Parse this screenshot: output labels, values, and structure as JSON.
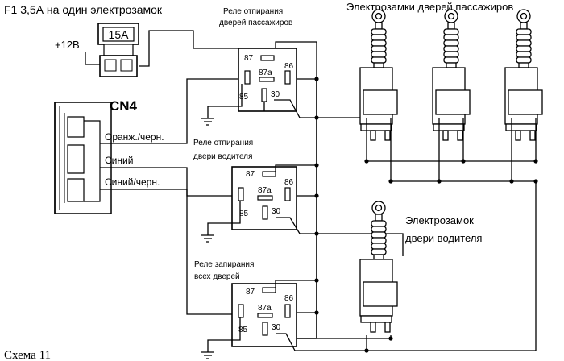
{
  "fuse": {
    "title": "F1 3,5А на один электрозамок",
    "rating": "15A",
    "supply": "+12В"
  },
  "connector": {
    "name": "CN4"
  },
  "wires": {
    "orange_black": "Оранж./черн.",
    "blue": "Синий",
    "blue_black": "Синий/черн."
  },
  "relays": [
    {
      "caption_line1": "Реле отпирания",
      "caption_line2": "дверей пассажиров"
    },
    {
      "caption_line1": "Реле отпирания",
      "caption_line2": "двери водителя"
    },
    {
      "caption_line1": "Реле запирания",
      "caption_line2": "всех дверей"
    }
  ],
  "pins": {
    "p87": "87",
    "p87a": "87a",
    "p86": "86",
    "p85": "85",
    "p30": "30"
  },
  "locks": {
    "passenger_title": "Электрозамки дверей пассажиров",
    "driver_line1": "Электрозамок",
    "driver_line2": "двери водителя"
  },
  "caption": "Схема 11"
}
